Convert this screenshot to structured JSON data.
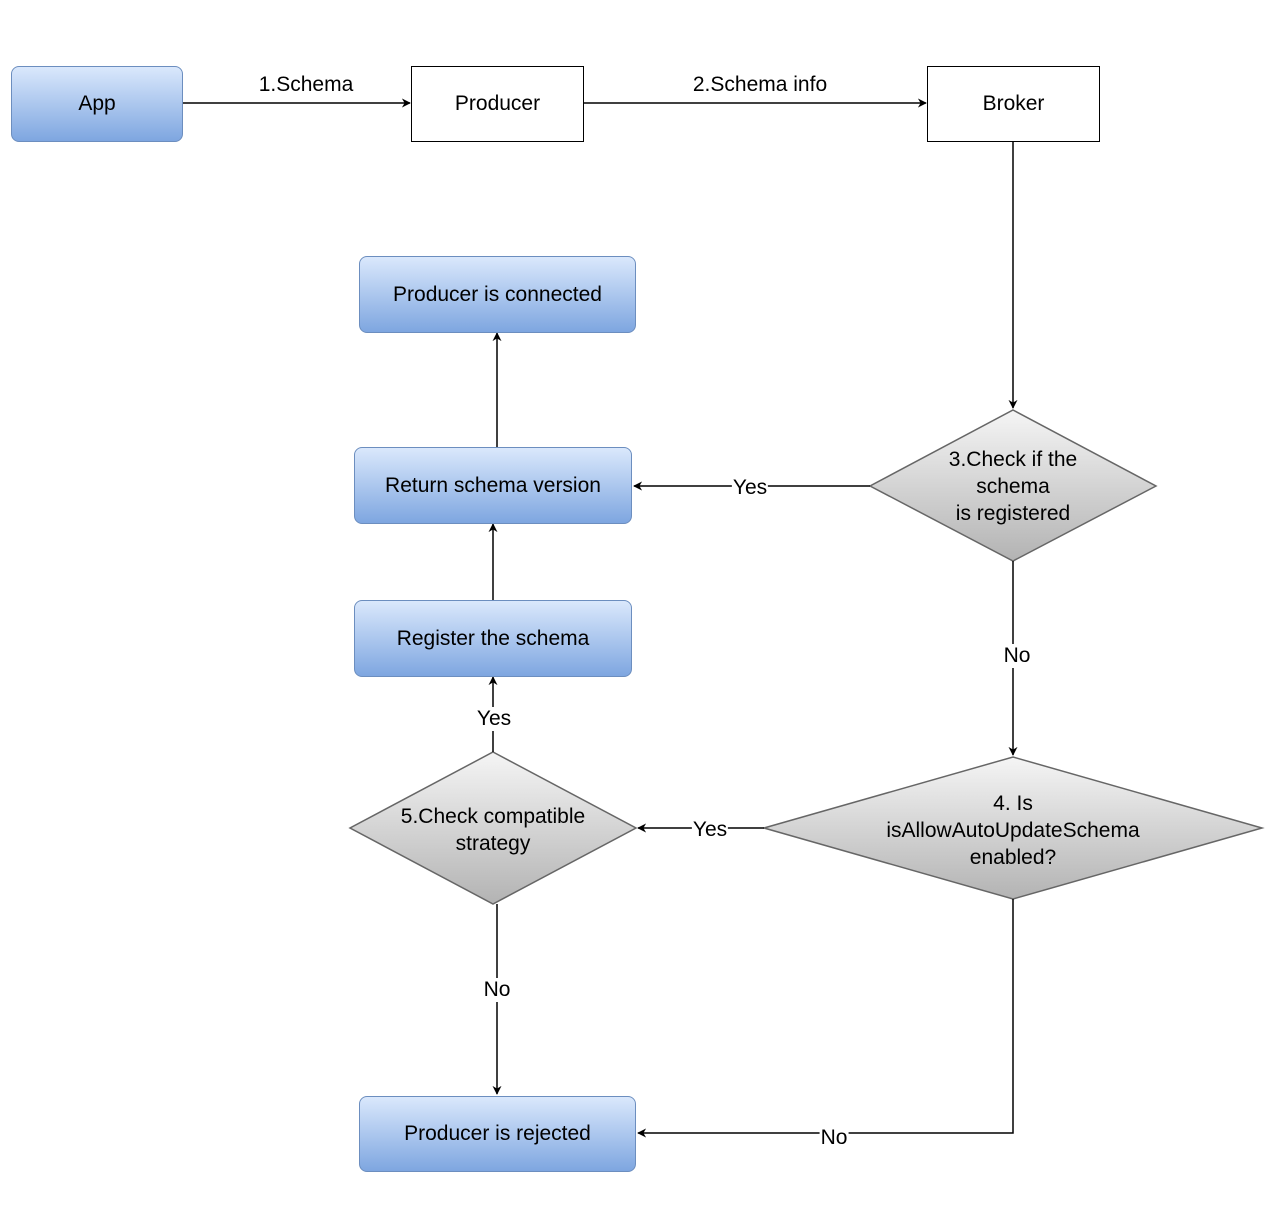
{
  "nodes": {
    "app": "App",
    "producer": "Producer",
    "broker": "Broker",
    "producer_connected": "Producer is connected",
    "return_schema_version": "Return schema version",
    "register_schema": "Register the schema",
    "producer_rejected": "Producer is rejected",
    "check_registered": "3.Check if the\nschema\nis registered",
    "is_allow_auto_update": "4. Is\nisAllowAutoUpdateSchema\nenabled?",
    "check_compatible": "5.Check compatible\nstrategy"
  },
  "edges": {
    "app_to_producer": "1.Schema",
    "producer_to_broker": "2.Schema info",
    "registered_yes": "Yes",
    "registered_no": "No",
    "auto_update_yes": "Yes",
    "auto_update_no": "No",
    "compatible_yes": "Yes",
    "compatible_no": "No"
  },
  "colors": {
    "process_fill_top": "#dae8fc",
    "process_fill_bottom": "#7ea6e0",
    "process_stroke": "#6c8ebf",
    "decision_fill_top": "#f5f5f5",
    "decision_fill_bottom": "#b3b3b3",
    "decision_stroke": "#666666",
    "line": "#000000"
  }
}
